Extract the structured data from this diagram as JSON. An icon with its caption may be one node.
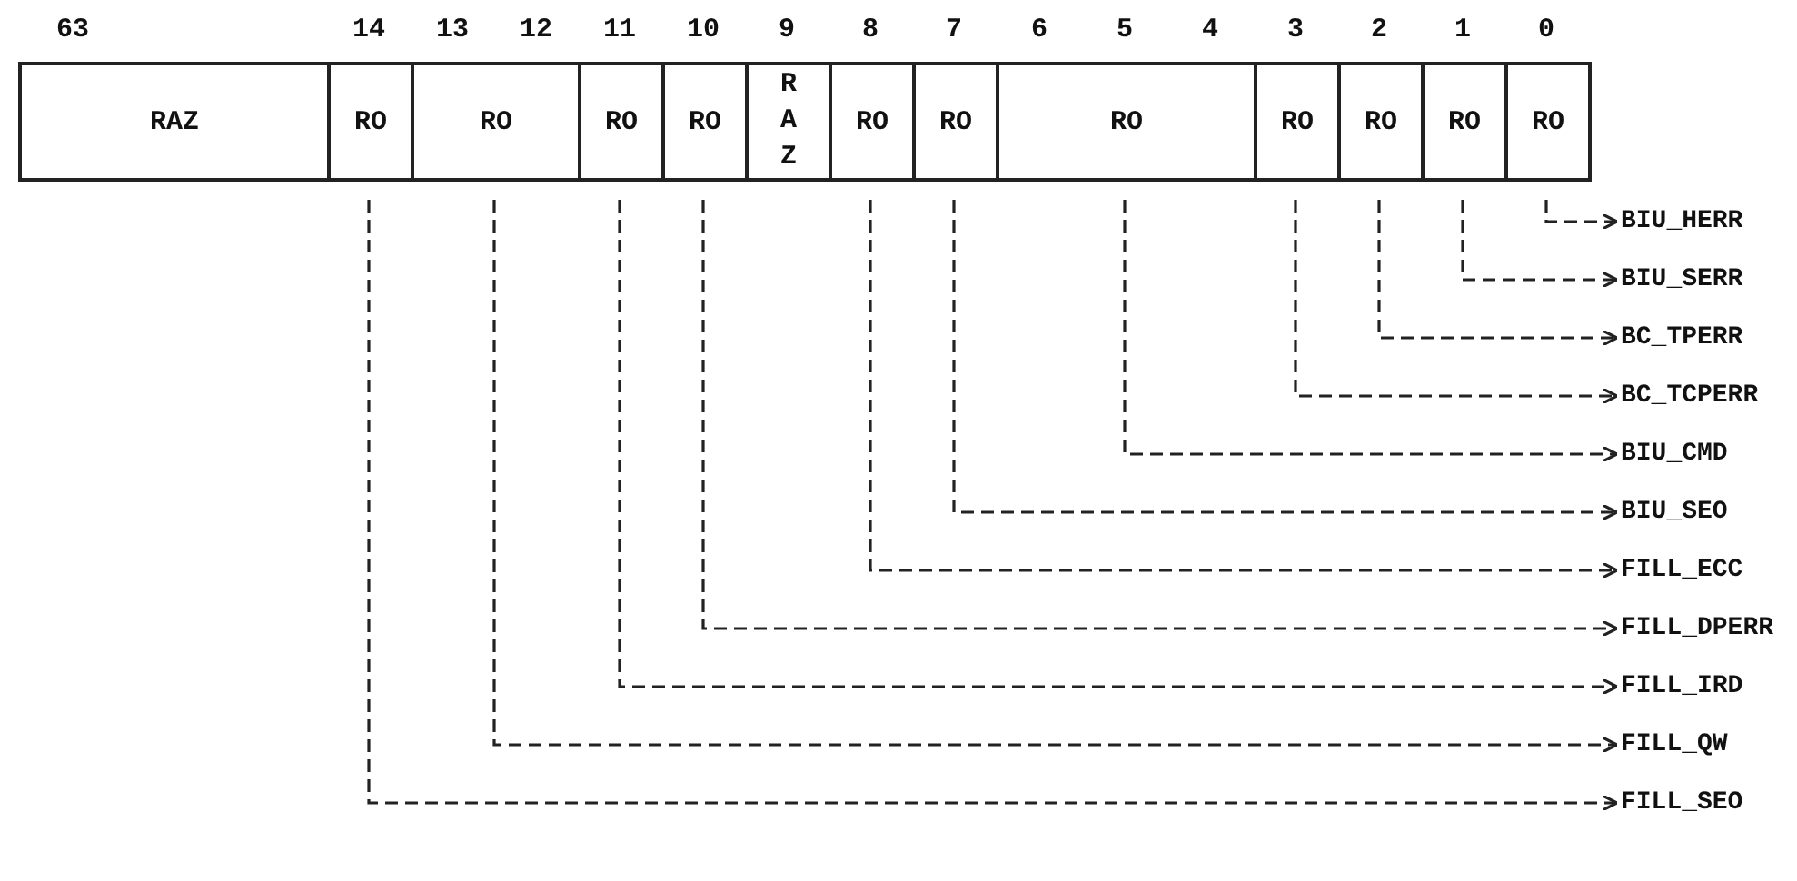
{
  "diagram": {
    "nodes": [
      {
        "text": [
          "RAZ"
        ]
      },
      {
        "text": [
          "RO"
        ]
      },
      {
        "text": [
          "RO"
        ]
      },
      {
        "text": [
          "RO"
        ]
      },
      {
        "text": [
          "RO"
        ]
      },
      {
        "text": [
          "RAZ"
        ]
      },
      {
        "text": [
          "RO"
        ]
      },
      {
        "text": [
          "RO"
        ]
      },
      {
        "text": [
          "RO"
        ]
      },
      {
        "text": [
          "RO"
        ]
      },
      {
        "text": [
          "RO"
        ]
      },
      {
        "text": [
          "RO"
        ]
      },
      {
        "text": [
          "RO"
        ]
      },
      {
        "text": [
          "BIU_HERR"
        ]
      },
      {
        "text": [
          "BIU_SERR"
        ]
      },
      {
        "text": [
          "BC_TPERR"
        ]
      },
      {
        "text": [
          "BC_TCPERR"
        ]
      },
      {
        "text": [
          "BIU_CMD"
        ]
      },
      {
        "text": [
          "BIU_SEO"
        ]
      },
      {
        "text": [
          "FILL_ECC"
        ]
      },
      {
        "text": [
          "FILL_DPERR"
        ]
      },
      {
        "text": [
          "FILL_IRD"
        ]
      },
      {
        "text": [
          "FILL_QW"
        ]
      },
      {
        "text": [
          "FILL_SEO"
        ]
      }
    ],
    "edges": [
      {
        "from": 12,
        "to": 13,
        "arrow": "to"
      },
      {
        "from": 11,
        "to": 14,
        "arrow": "to"
      },
      {
        "from": 10,
        "to": 15,
        "arrow": "to"
      },
      {
        "from": 9,
        "to": 16,
        "arrow": "to"
      },
      {
        "from": 8,
        "to": 17,
        "arrow": "to"
      },
      {
        "from": 7,
        "to": 18,
        "arrow": "to"
      },
      {
        "from": 6,
        "to": 19,
        "arrow": "to"
      },
      {
        "from": 4,
        "to": 20,
        "arrow": "to"
      },
      {
        "from": 3,
        "to": 21,
        "arrow": "to"
      },
      {
        "from": 2,
        "to": 22,
        "arrow": "to"
      },
      {
        "from": 1,
        "to": 23,
        "arrow": "to"
      }
    ],
    "labels": [
      "63",
      "14",
      "13",
      "12",
      "11",
      "10",
      "9",
      "8",
      "7",
      "6",
      "5",
      "4",
      "3",
      "2",
      "1",
      "0"
    ]
  }
}
